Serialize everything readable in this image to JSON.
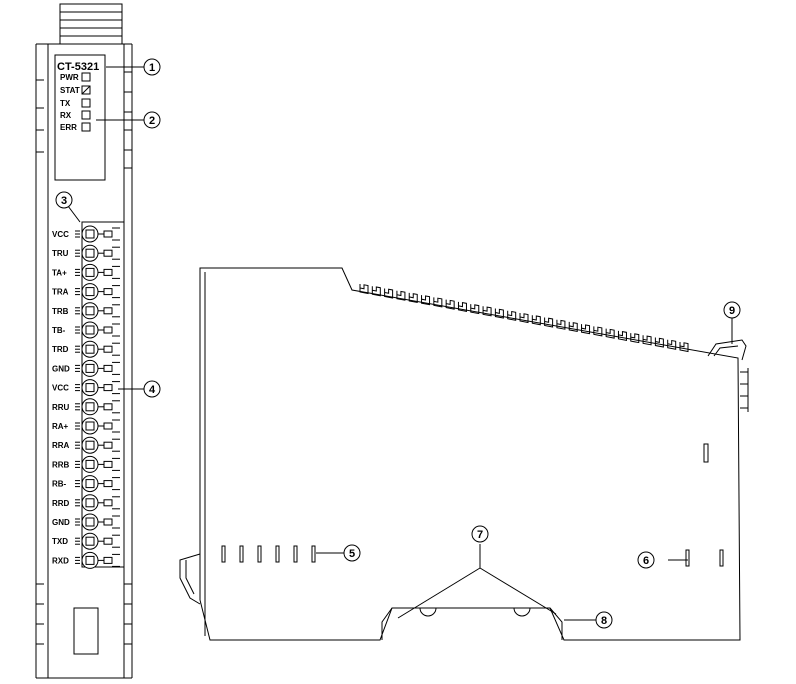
{
  "module": {
    "model": "CT-5321",
    "leds": [
      "PWR",
      "STAT",
      "TX",
      "RX",
      "ERR"
    ],
    "terminals": [
      "VCC",
      "TRU",
      "TA+",
      "TRA",
      "TRB",
      "TB-",
      "TRD",
      "GND",
      "VCC",
      "RRU",
      "RA+",
      "RRA",
      "RRB",
      "RB-",
      "RRD",
      "GND",
      "TXD",
      "RXD"
    ]
  },
  "callouts": [
    "1",
    "2",
    "3",
    "4",
    "5",
    "6",
    "7",
    "8",
    "9"
  ]
}
